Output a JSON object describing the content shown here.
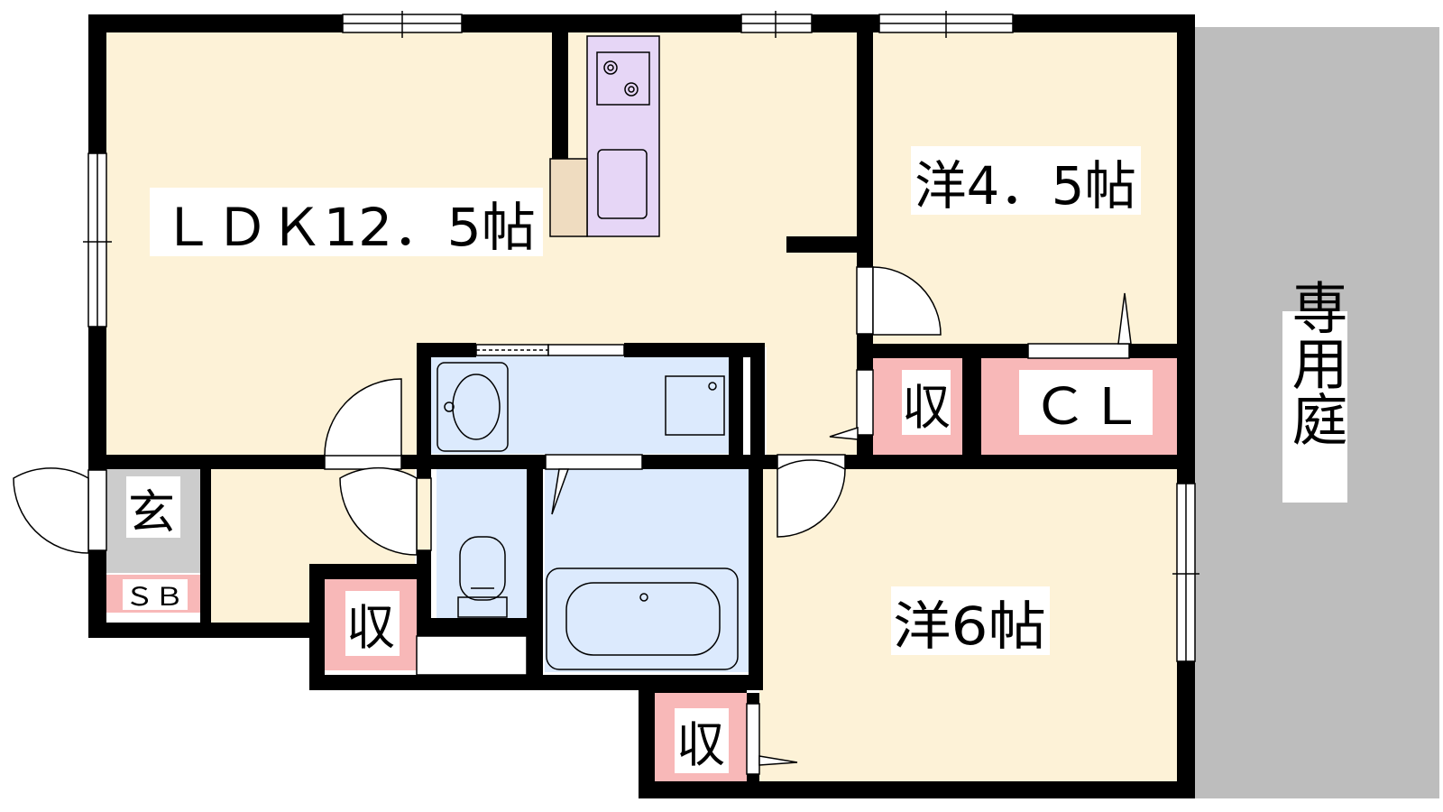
{
  "colors": {
    "wall": "#000000",
    "living_floor": "#fdf2d7",
    "storage": "#f8b8b8",
    "wet_area": "#dceafd",
    "kitchen_counter": "#e6d6f6",
    "fridge": "#efdcc0",
    "entrance": "#cccccc",
    "garden": "#bdbdbd",
    "label_bg": "#ffffff"
  },
  "rooms": {
    "ldk": "ＬＤＫ12．5帖",
    "western_small": "洋4．5帖",
    "western_large": "洋6帖",
    "closet": "ＣＬ",
    "storage_1": "収",
    "storage_2": "収",
    "storage_3": "収",
    "entrance": "玄",
    "shoe_box": "ＳＢ",
    "private_garden": "専用庭"
  }
}
